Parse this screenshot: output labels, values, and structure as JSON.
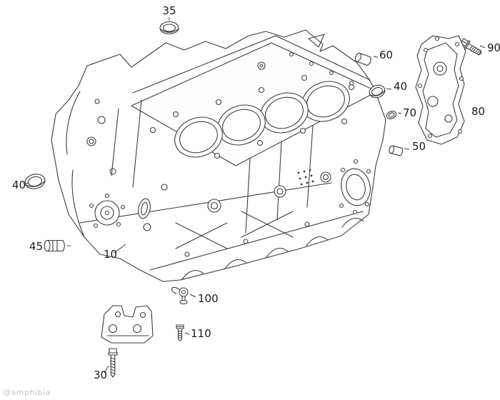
{
  "diagram": {
    "watermark": "@amphibia",
    "callouts": {
      "c35": "35",
      "c60": "60",
      "c40_right": "40",
      "c70": "70",
      "c50": "50",
      "c90": "90",
      "c80": "80",
      "c40_left": "40",
      "c45": "45",
      "c10": "10",
      "c100": "100",
      "c110": "110",
      "c30": "30"
    }
  }
}
